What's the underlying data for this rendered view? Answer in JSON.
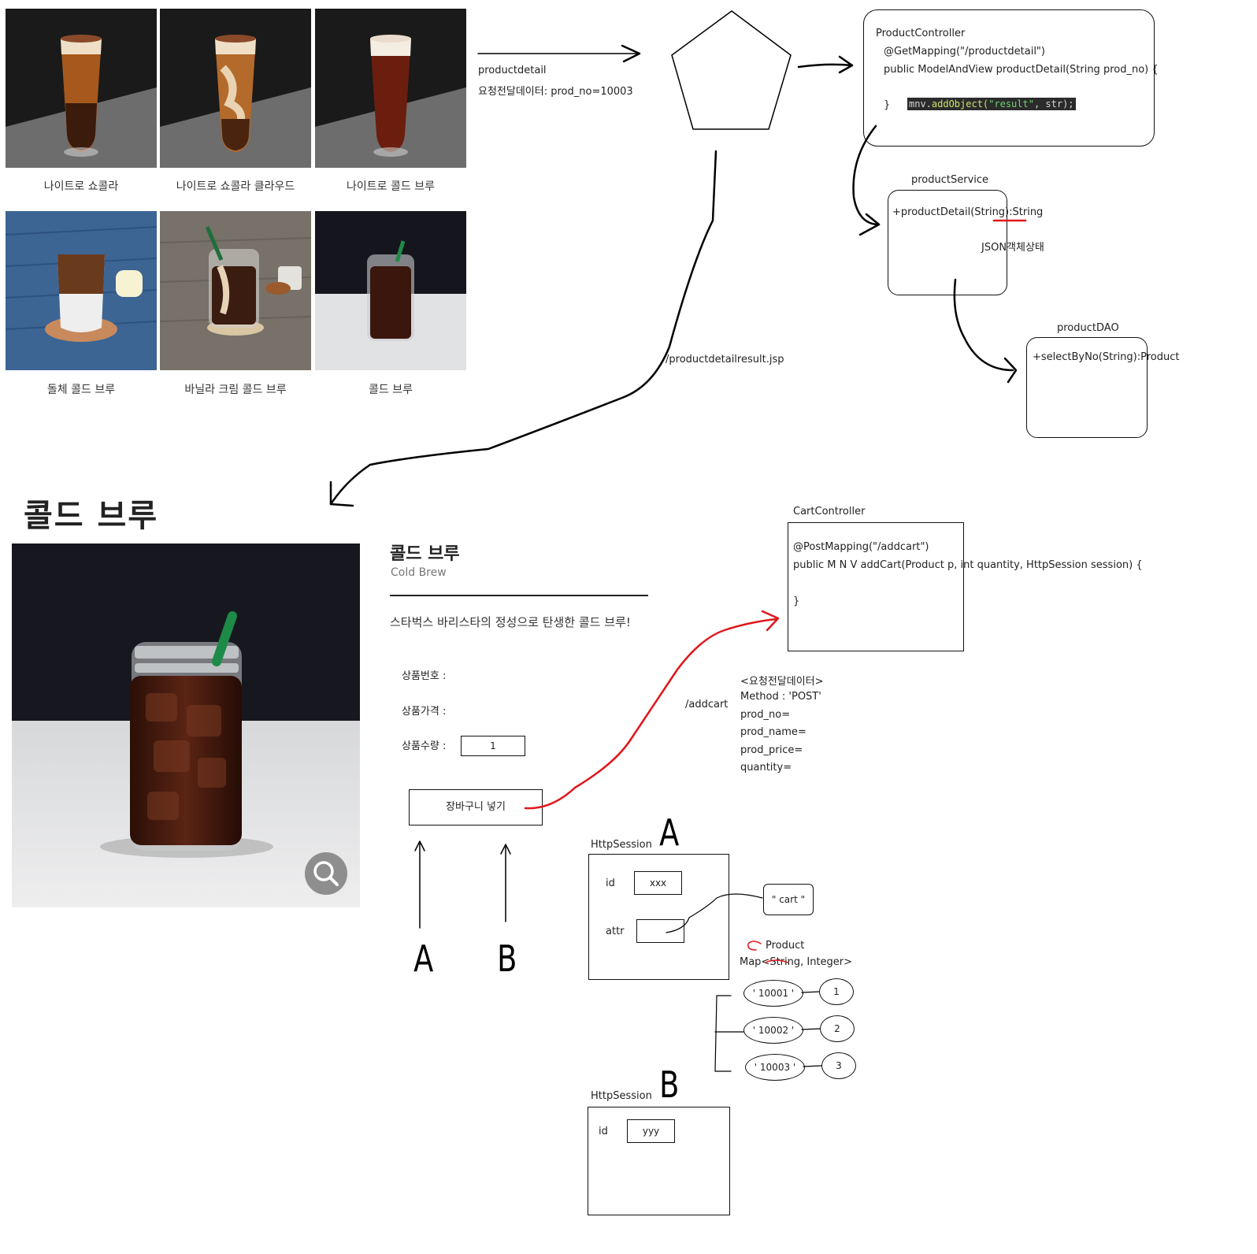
{
  "products": [
    {
      "name": "나이트로 쇼콜라"
    },
    {
      "name": "나이트로 쇼콜라 클라우드"
    },
    {
      "name": "나이트로 콜드 브루"
    },
    {
      "name": "돌체 콜드 브루"
    },
    {
      "name": "바닐라 크림 콜드 브루"
    },
    {
      "name": "콜드 브루"
    }
  ],
  "request": {
    "path": "productdetail",
    "params": "요청전달데이터: prod_no=10003"
  },
  "controller": {
    "name": "ProductController",
    "mapping": "@GetMapping(\"/productdetail\")",
    "signature": "public ModelAndView productDetail(String prod_no) {",
    "close": "}",
    "code_obj": "mnv.",
    "code_fn": "addObject(",
    "code_str": "\"result\"",
    "code_rest": ", str);"
  },
  "service": {
    "name": "productService",
    "method": "+productDetail(String):String",
    "note": "JSON객체상태"
  },
  "dao": {
    "name": "productDAO",
    "method": "+selectByNo(String):Product"
  },
  "result_path": "/productdetailresult.jsp",
  "detail": {
    "page_title": "콜드 브루",
    "title": "콜드 브루",
    "subtitle": "Cold Brew",
    "description": "스타벅스 바리스타의 정성으로 탄생한 콜드 브루!",
    "prod_no_label": "상품번호 :",
    "price_label": "상품가격 :",
    "qty_label": "상품수량 :",
    "qty_value": "1",
    "cart_button": "장바구니 넣기"
  },
  "cart_controller": {
    "name": "CartController",
    "mapping": "@PostMapping(\"/addcart\")",
    "signature": "public M N V addCart(Product p, int quantity, HttpSession session) {",
    "close": "}"
  },
  "addcart": {
    "path": "/addcart",
    "header": "<요청전달데이터>",
    "method": "Method : 'POST'",
    "f1": "prod_no=",
    "f2": "prod_name=",
    "f3": "prod_price=",
    "f4": "quantity="
  },
  "session_a": {
    "title": "HttpSession",
    "letter": "A",
    "id_label": "id",
    "id_value": "xxx",
    "attr_label": "attr",
    "cart_key": "\" cart \"",
    "product_note": "Product",
    "map_type": "Map<String, Integer>",
    "entries": [
      {
        "key": "' 10001 '",
        "value": "1"
      },
      {
        "key": "' 10002 '",
        "value": "2"
      },
      {
        "key": "' 10003 '",
        "value": "3"
      }
    ]
  },
  "session_b": {
    "title": "HttpSession",
    "letter": "B",
    "id_label": "id",
    "id_value": "yyy"
  },
  "clients": {
    "a": "A",
    "b": "B"
  },
  "colors": {
    "red_arrow": "#e0161b",
    "black": "#000000"
  }
}
